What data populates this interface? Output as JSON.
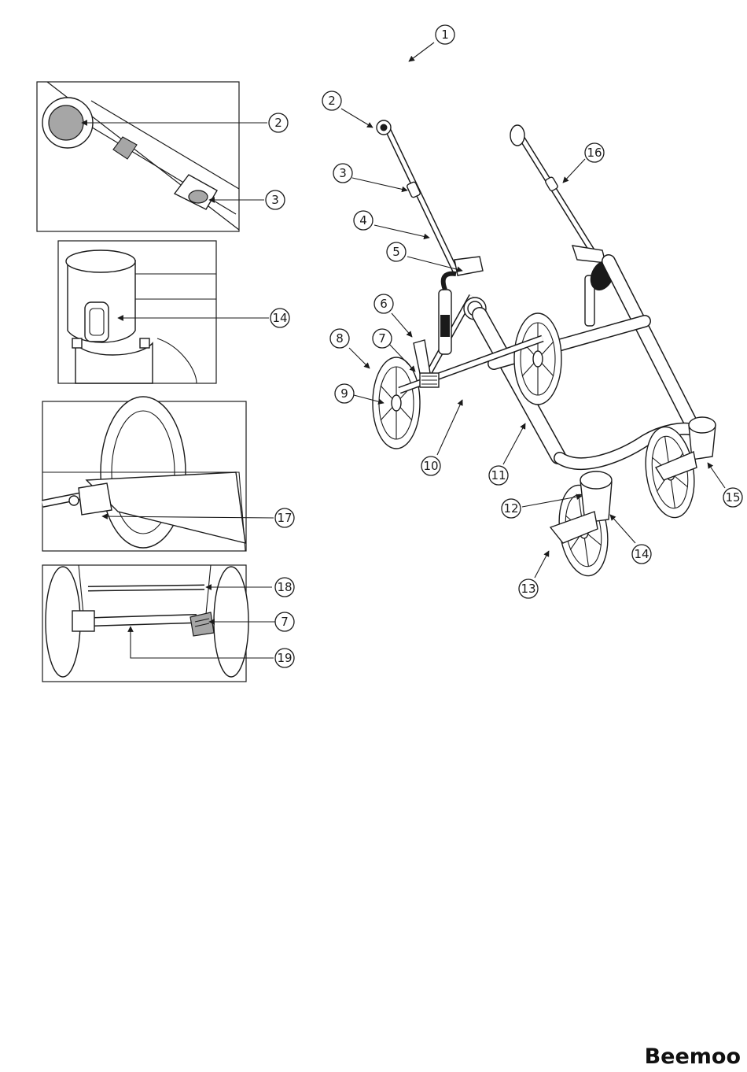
{
  "callouts": {
    "c1": "1",
    "c2": "2",
    "c3": "3",
    "c4": "4",
    "c5": "5",
    "c6": "6",
    "c7": "7",
    "c8": "8",
    "c9": "9",
    "c10": "10",
    "c11": "11",
    "c12": "12",
    "c13": "13",
    "c14": "14",
    "c15": "15",
    "c16": "16",
    "d2": "2",
    "d3": "3",
    "d14": "14",
    "d17": "17",
    "d18": "18",
    "d7": "7",
    "d19": "19"
  },
  "brand": "Beemoo",
  "colors": {
    "line": "#1a1a1a",
    "grey_part": "#a6a6a6",
    "paper": "#ffffff"
  }
}
